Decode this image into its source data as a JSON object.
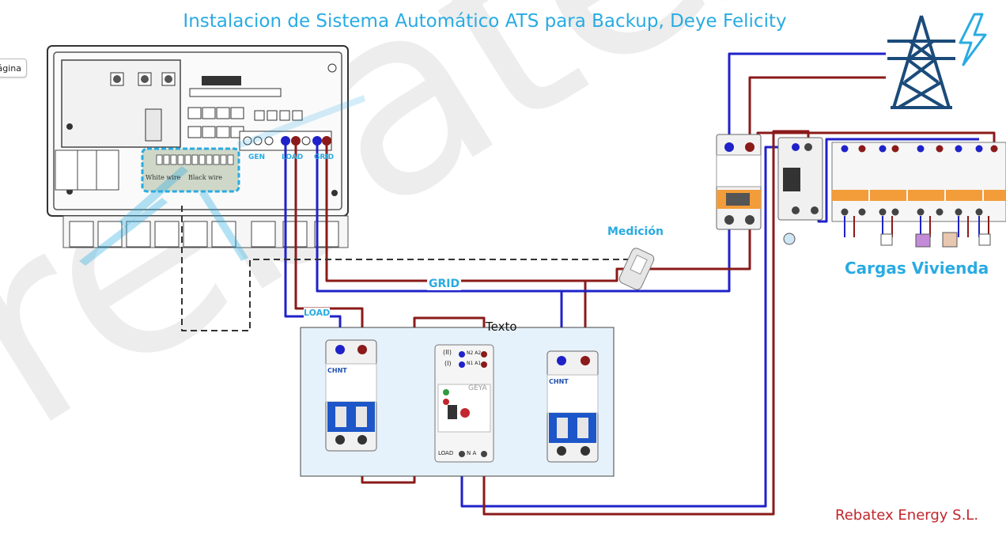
{
  "title": "Instalacion de Sistema Automático ATS para Backup, Deye Felicity",
  "page_button_label": "ágina",
  "watermark": "rebatex",
  "company": "Rebatex Energy S.L.",
  "loads_label": "Cargas Vivienda",
  "measurement_label": "Medición",
  "inverter": {
    "port_labels": [
      "GEN",
      "LOAD",
      "GRID"
    ],
    "wire_labels": [
      "White wire",
      "Black wire"
    ]
  },
  "wire_labels": {
    "grid": "GRID",
    "load": "LOAD"
  },
  "ats_panel_label": "Texto",
  "ats_switch": {
    "brand": "GEYA",
    "input_ii": "(II)",
    "input_i": "(I)",
    "terminal_n2a2": "N2 A2",
    "terminal_n1a1": "N1 A1",
    "output_label": "LOAD",
    "output_terminals": "N A"
  },
  "breaker_brand": "CHNT",
  "colors": {
    "phase": "#8b1a1a",
    "neutral": "#1f22c8",
    "accent": "#29abe2",
    "brand_red": "#c1272d"
  }
}
